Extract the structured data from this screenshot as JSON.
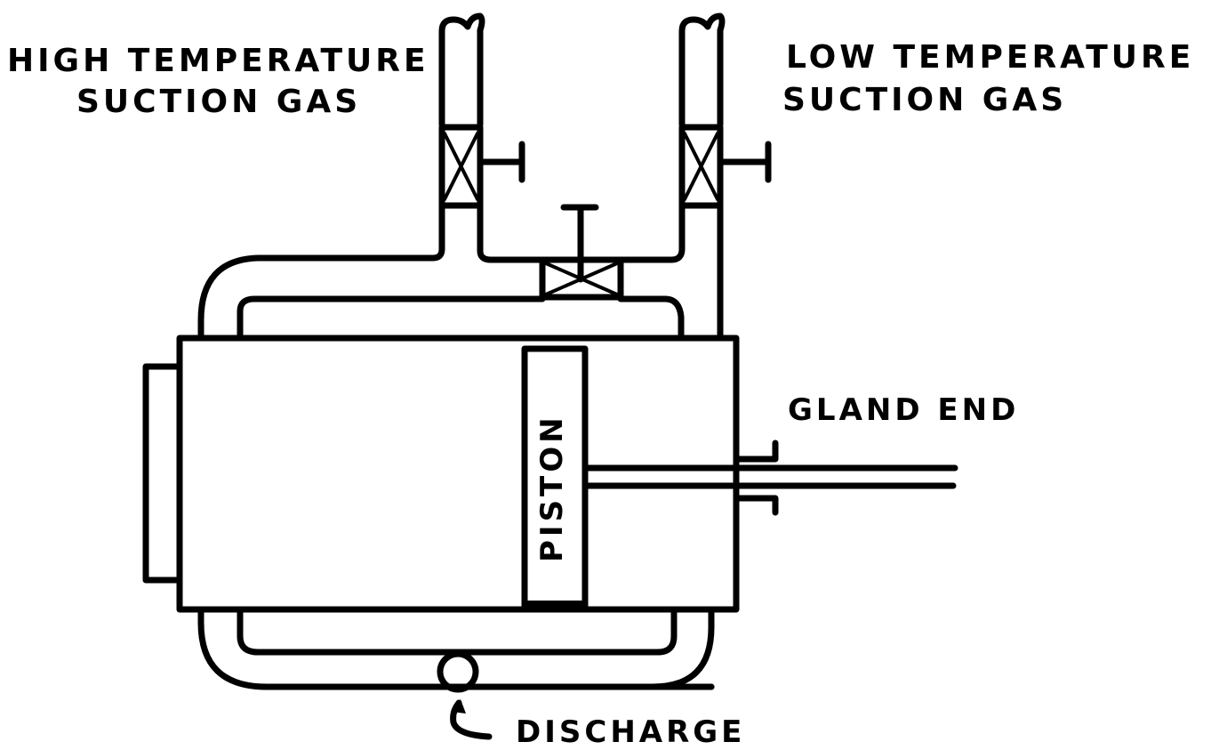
{
  "diagram": {
    "title": "Compressor cylinder with dual suction and discharge",
    "labels": {
      "high_temp_line1": "High Temperature",
      "high_temp_line2": "Suction Gas",
      "low_temp_line1": "Low Temperature",
      "low_temp_line2": "Suction Gas",
      "piston": "Piston",
      "gland_end": "Gland End",
      "discharge": "Discharge"
    },
    "components": [
      {
        "id": "high-temp-suction-pipe",
        "kind": "pipe",
        "label_ref": "high_temp"
      },
      {
        "id": "high-temp-suction-valve",
        "kind": "valve"
      },
      {
        "id": "low-temp-suction-pipe",
        "kind": "pipe",
        "label_ref": "low_temp"
      },
      {
        "id": "low-temp-suction-valve",
        "kind": "valve"
      },
      {
        "id": "crossover-valve",
        "kind": "valve"
      },
      {
        "id": "cylinder",
        "kind": "vessel"
      },
      {
        "id": "cylinder-head",
        "kind": "cover"
      },
      {
        "id": "piston",
        "kind": "piston"
      },
      {
        "id": "piston-rod",
        "kind": "rod"
      },
      {
        "id": "gland",
        "kind": "seal"
      },
      {
        "id": "discharge-manifold",
        "kind": "pipe"
      },
      {
        "id": "discharge-outlet",
        "kind": "port"
      }
    ],
    "colors": {
      "ink": "#000000",
      "paper": "#ffffff"
    }
  }
}
